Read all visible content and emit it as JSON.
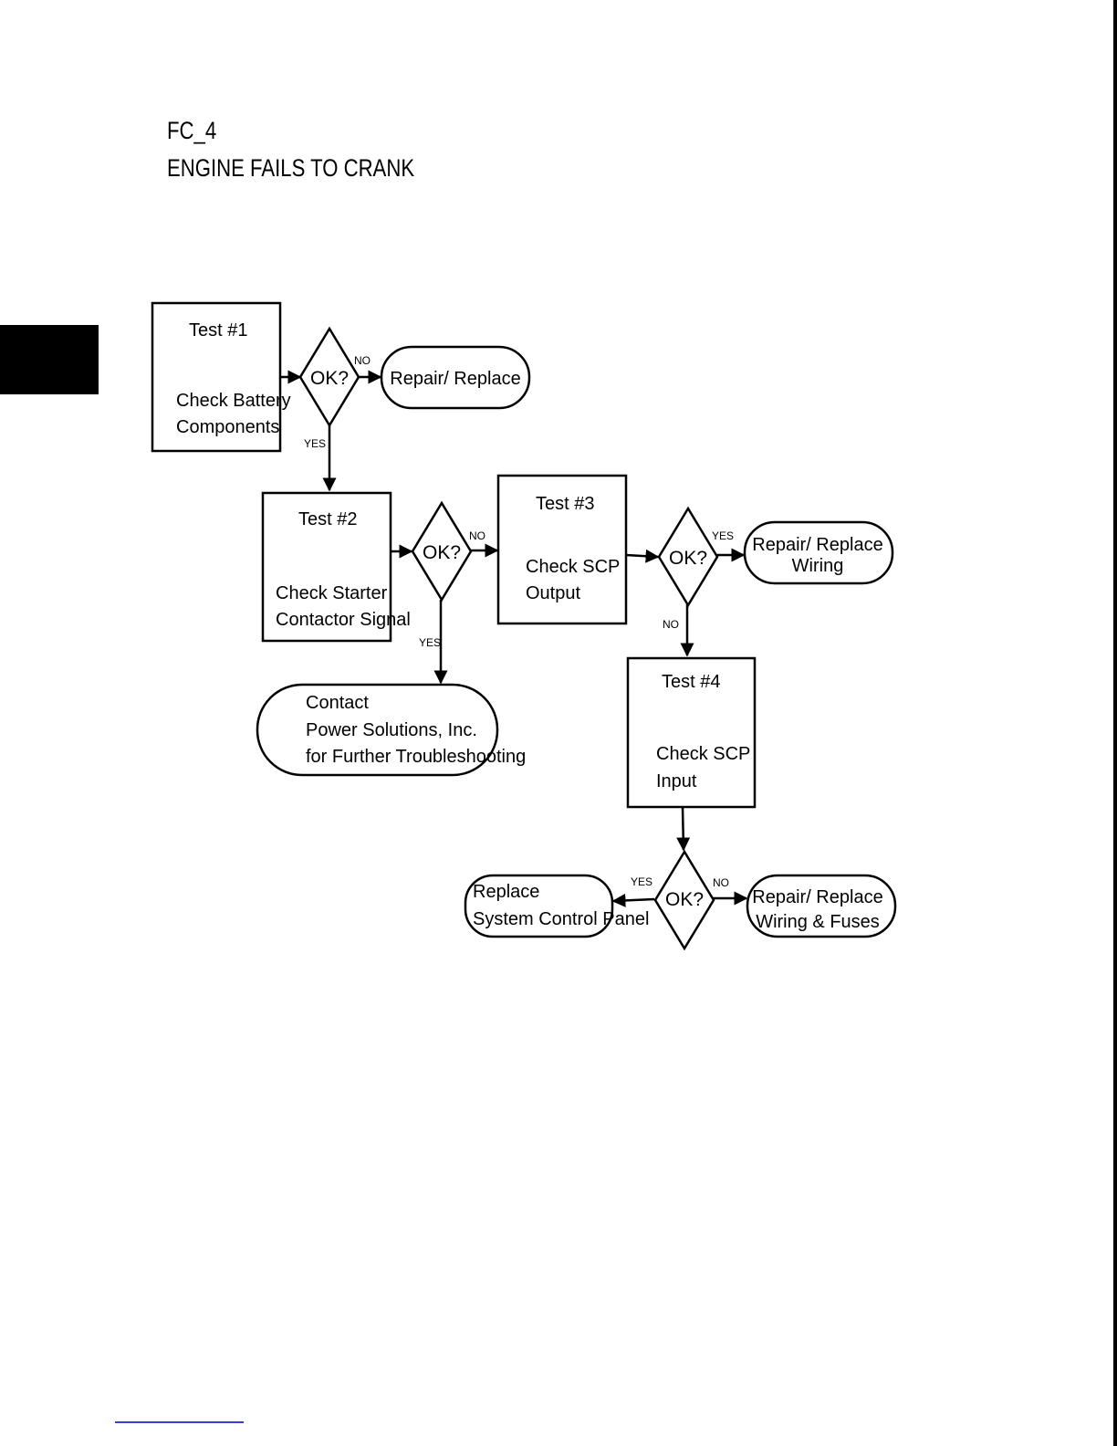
{
  "header": {
    "code": "FC_4",
    "title": "ENGINE FAILS TO CRANK"
  },
  "flowchart": {
    "test1": {
      "title": "Test #1",
      "line1": "Check Battery",
      "line2": "Components"
    },
    "dec1": {
      "label": "OK?"
    },
    "out1": {
      "label": "Repair/ Replace"
    },
    "test2": {
      "title": "Test #2",
      "line1": "Check Starter",
      "line2": "Contactor Signal"
    },
    "dec2": {
      "label": "OK?"
    },
    "test3": {
      "title": "Test #3",
      "line1": "Check SCP",
      "line2": "Output"
    },
    "dec3": {
      "label": "OK?"
    },
    "out3": {
      "line1": "Repair/ Replace",
      "line2": "Wiring"
    },
    "out2": {
      "line1": "Contact",
      "line2": "Power Solutions, Inc.",
      "line3": "for Further Troubleshooting"
    },
    "test4": {
      "title": "Test #4",
      "line1": "Check SCP",
      "line2": "Input"
    },
    "dec4": {
      "label": "OK?"
    },
    "out4yes": {
      "line1": "Replace",
      "line2": "System Control Panel"
    },
    "out4no": {
      "line1": "Repair/ Replace",
      "line2": "Wiring & Fuses"
    },
    "edges": {
      "d1_no": "NO",
      "d1_yes": "YES",
      "d2_no": "NO",
      "d2_yes": "YES",
      "d3_yes": "YES",
      "d3_no": "NO",
      "d4_yes": "YES",
      "d4_no": "NO"
    }
  }
}
